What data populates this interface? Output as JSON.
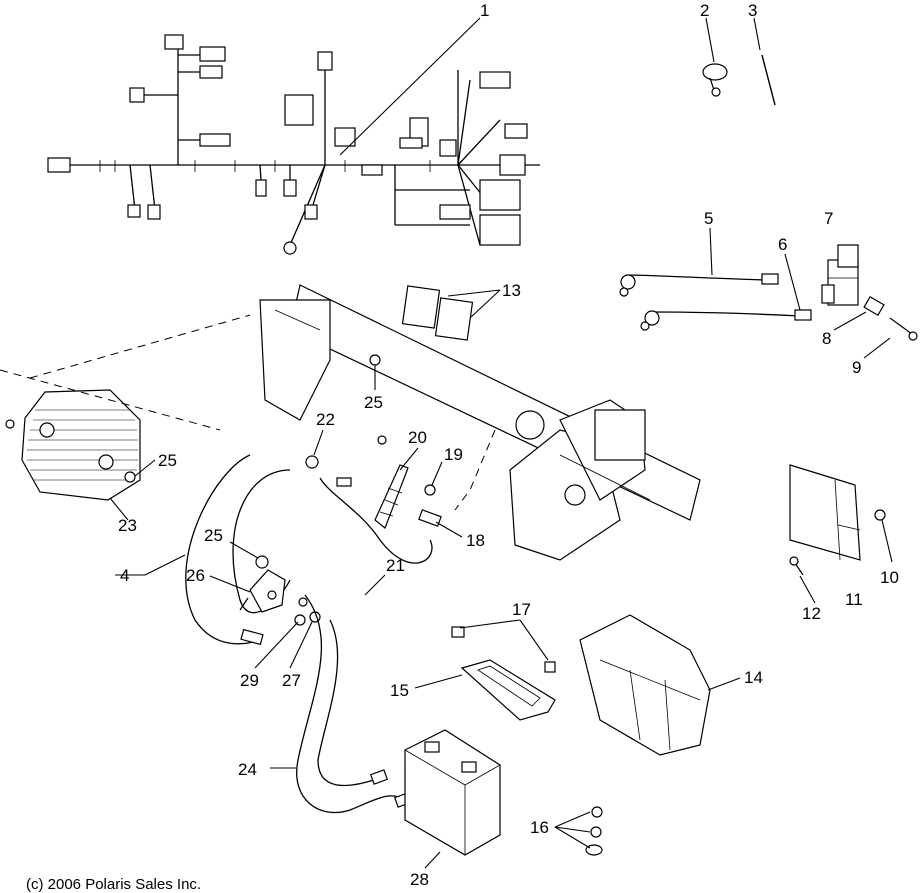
{
  "callouts": {
    "c1": "1",
    "c2": "2",
    "c3": "3",
    "c4": "4",
    "c5": "5",
    "c6": "6",
    "c7": "7",
    "c8": "8",
    "c9": "9",
    "c10": "10",
    "c11": "11",
    "c12": "12",
    "c13": "13",
    "c14": "14",
    "c15": "15",
    "c16": "16",
    "c17": "17",
    "c18": "18",
    "c19": "19",
    "c20": "20",
    "c21": "21",
    "c22": "22",
    "c23": "23",
    "c24": "24",
    "c25a": "25",
    "c25b": "25",
    "c25c": "25",
    "c26": "26",
    "c27": "27",
    "c28": "28",
    "c29": "29"
  },
  "copyright": "(c) 2006 Polaris Sales Inc."
}
